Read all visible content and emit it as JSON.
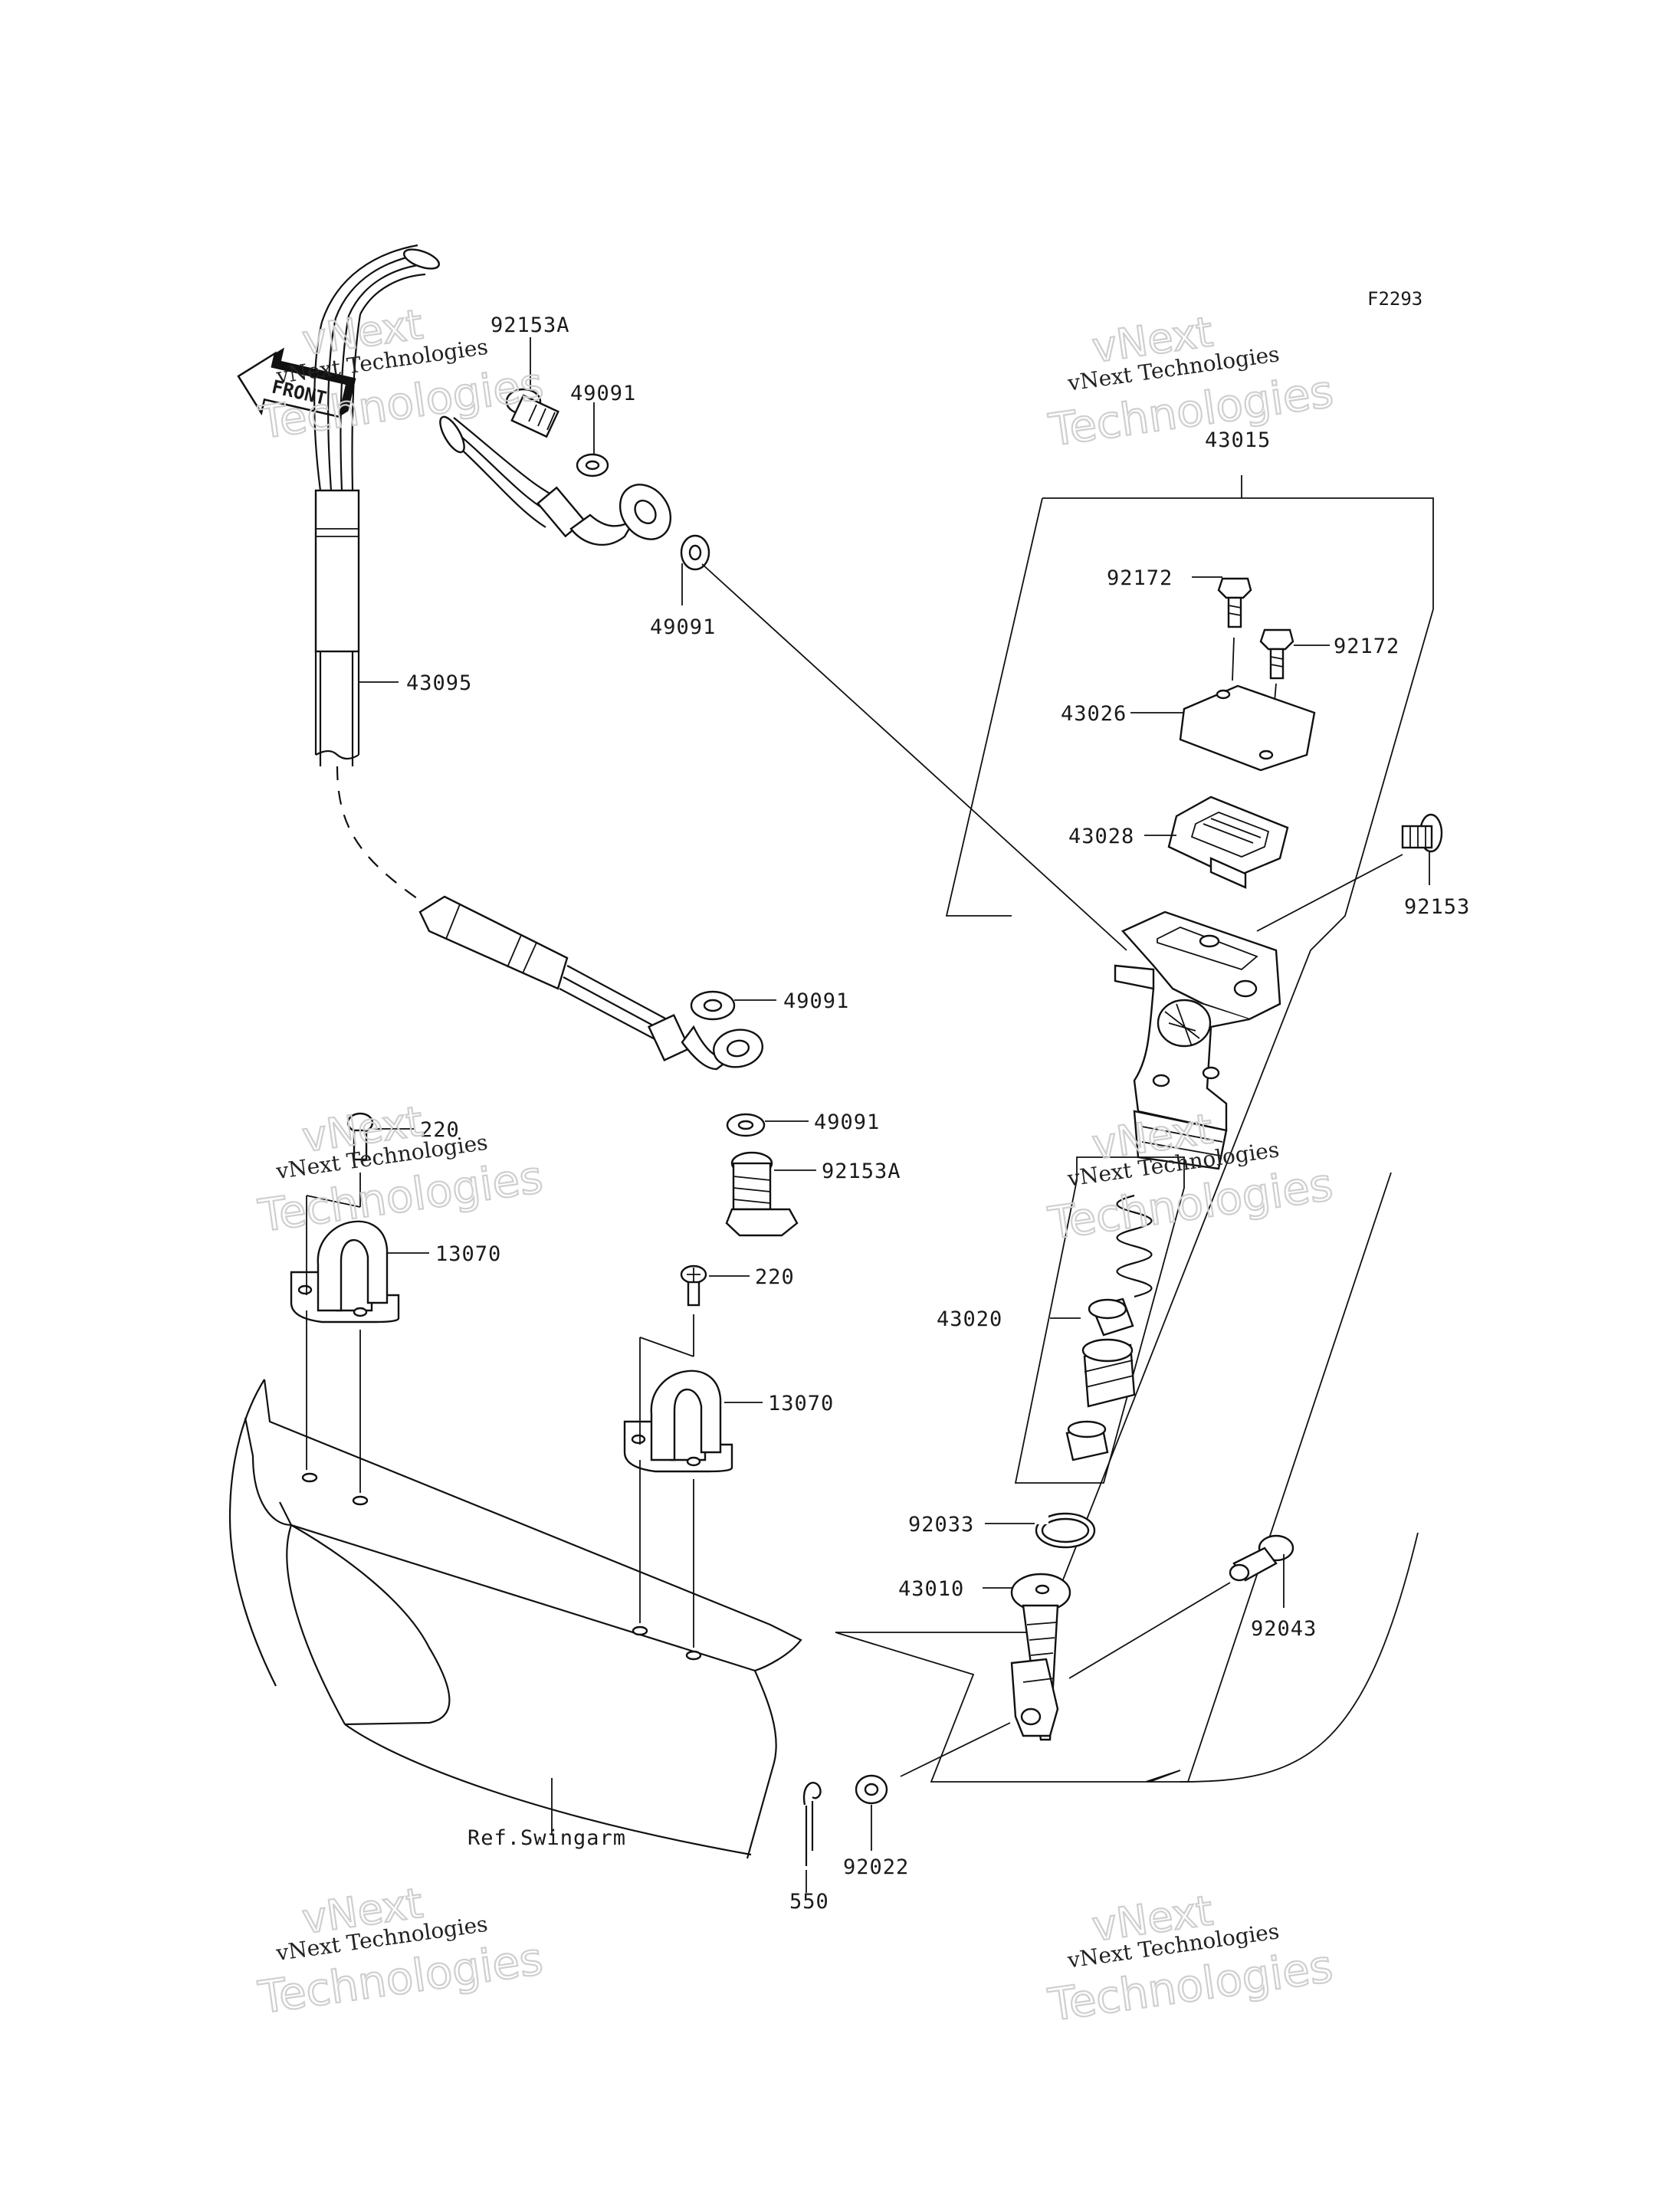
{
  "diagram_code": "F2293",
  "front_label": "FRONT",
  "ref_label": "Ref.Swingarm",
  "watermark": {
    "line1": "vNext Technologies",
    "line2": "Technologies",
    "line3": "vNext"
  },
  "parts": {
    "p92153A_top": "92153A",
    "p49091_a": "49091",
    "p49091_b": "49091",
    "p49091_c": "49091",
    "p49091_d": "49091",
    "p43095": "43095",
    "p92153A_bot": "92153A",
    "p220_a": "220",
    "p220_b": "220",
    "p13070_a": "13070",
    "p13070_b": "13070",
    "p43015": "43015",
    "p92172_a": "92172",
    "p92172_b": "92172",
    "p43026": "43026",
    "p43028": "43028",
    "p92153": "92153",
    "p43020": "43020",
    "p92033": "92033",
    "p43010": "43010",
    "p92043": "92043",
    "p92022": "92022",
    "p550": "550"
  }
}
